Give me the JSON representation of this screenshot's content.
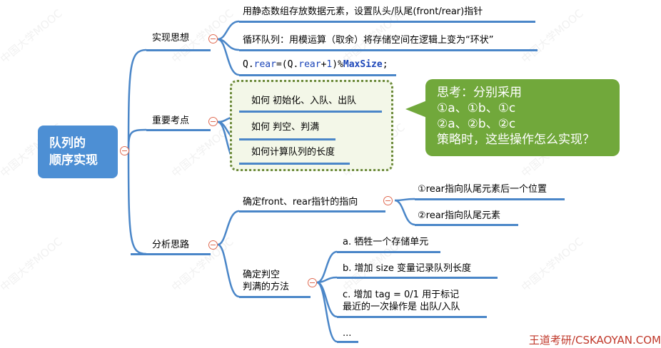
{
  "root": {
    "line1": "队列的",
    "line2": "顺序实现"
  },
  "branches": {
    "idea": {
      "label": "实现思想",
      "items": [
        "用静态数组存放数据元素，设置队头/队尾(front/rear)指针",
        "循环队列：用模运算（取余）将存储空间在逻辑上变为“环状”"
      ],
      "code": {
        "prefix": "Q.",
        "field1": "rear",
        "mid1": "=(Q.",
        "field2": "rear",
        "plus": "+",
        "one": "1",
        "mid2": ")%",
        "ms": "MaxSize",
        "end": ";"
      }
    },
    "key": {
      "label": "重要考点",
      "items": [
        "如何 初始化、入队、出队",
        "如何 判空、判满",
        "如何计算队列的长度"
      ]
    },
    "analysis": {
      "label": "分析思路",
      "pointer": {
        "label": "确定front、rear指针的指向",
        "items": [
          "①rear指向队尾元素后一个位置",
          "②rear指向队尾元素"
        ]
      },
      "method": {
        "line1": "确定判空",
        "line2": "判满的方法",
        "items": [
          "a. 牺牲一个存储单元",
          "b. 增加 size 变量记录队列长度",
          "c. 增加 tag = 0/1 用于标记",
          "最近的一次操作是 出队/入队",
          "..."
        ]
      }
    }
  },
  "bubble": {
    "line1": "思考：分别采用",
    "line2": "①a、①b、①c",
    "line3": "②a、②b、②c",
    "line4": "策略时，这些操作怎么实现？"
  },
  "watermark": "中国大学MOOC",
  "footer": "王道考研/CSKAOYAN.COM",
  "colors": {
    "root": "#4d8fd4",
    "underline": "#4a86c8",
    "bubble": "#71a83b",
    "dotted_border": "#6c8a3b",
    "collapse": "#e06b52",
    "footer": "#c0392b"
  }
}
